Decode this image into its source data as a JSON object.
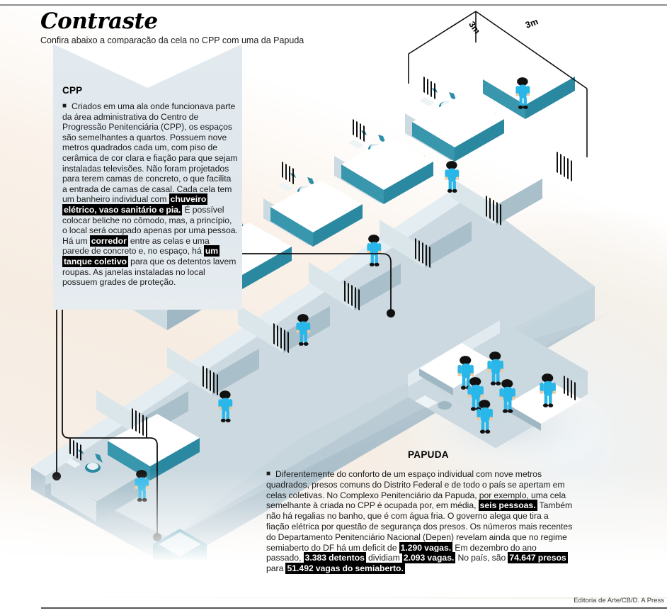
{
  "header": {
    "title": "Contraste",
    "subtitle": "Confira abaixo a comparação da cela no CPP com uma da Papuda"
  },
  "cpp": {
    "heading": "CPP",
    "bullet_glyph": "■",
    "paragraph_part1": "Criados em uma ala onde funcionava parte da área administrativa do Centro de Progressão Penitenciária (CPP), os espaços são semelhantes a quartos. Possuem nove metros quadrados cada um, com piso de cerâmica de cor clara e fiação para que sejam instaladas televisões. Não foram projetados para terem camas de concreto, o que facilita a entrada de camas de casal. Cada cela  tem  um banheiro individual com ",
    "highlight1": "chuveiro elétrico, vaso sanitário e pia.",
    "paragraph_part2": " É possível colocar beliche no cômodo, mas, a princípio, o local será ocupado apenas por uma pessoa. Há um ",
    "highlight2": "corredor",
    "paragraph_part3": " entre as celas e uma parede de concreto e, no espaço, há ",
    "highlight3": "um tanque coletivo",
    "paragraph_part4": " para que os detentos lavem roupas. As janelas instaladas no local possuem grades de proteção."
  },
  "papuda": {
    "heading": "PAPUDA",
    "bullet_glyph": "■",
    "paragraph_part1": "Diferentemente do conforto de um espaço individual com nove metros quadrados, presos comuns do Distrito Federal e de todo o país se apertam em celas coletivas. No Complexo Penitenciário da Papuda, por exemplo, uma cela semelhante à criada no CPP é ocupada por, em média, ",
    "highlight1": "seis pessoas.",
    "paragraph_part2": " Também não há regalias no banho, que é com água fria. O governo alega que tira a fiação elétrica por questão de segurança dos presos. Os números mais recentes do Departamento Penitenciário Nacional (Depen) revelam ainda que no regime semiaberto do DF há um deficit de ",
    "highlight2": "1.290 vagas.",
    "paragraph_part3": " Em dezembro do ano passado, ",
    "highlight3": "3.383 detentos",
    "paragraph_part4": " dividiam ",
    "highlight4": "2.093 vagas.",
    "paragraph_part5": " No país, são ",
    "highlight5": "74.647 presos",
    "paragraph_part6": " para ",
    "highlight6": "51.492 vagas do semiaberto."
  },
  "dimensions": {
    "width_label": "3m",
    "depth_label": "3m"
  },
  "credit": "Editoria de Arte/CB/D. A Press",
  "palette": {
    "floor_light": "#ccd9e0",
    "floor_mid": "#b9ccd6",
    "wall_top": "#dde7ec",
    "wall_side": "#9fb8c4",
    "accent_teal": "#2a88a0",
    "bed_teal": "#3896ad",
    "inmate_clothes": "#29b6e8",
    "skin": "#f4c89a",
    "hair": "#111111",
    "panel_bg": "#e3eaef",
    "cream_bg": "#f6ece2",
    "highlight_bg": "#000000"
  },
  "scene": {
    "cpp_cell_count": 6,
    "cpp_inmates_per_cell": 1,
    "papuda_inmates": 6,
    "callout_corredor": "corredor",
    "callout_tanque": "um tanque coletivo"
  }
}
